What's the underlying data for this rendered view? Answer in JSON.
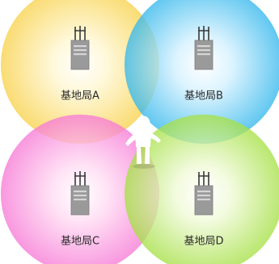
{
  "stations": [
    {
      "id": "A",
      "label": "基地局A",
      "color": "#f8d24c"
    },
    {
      "id": "B",
      "label": "基地局B",
      "color": "#35b8ec"
    },
    {
      "id": "C",
      "label": "基地局C",
      "color": "#f77ad6"
    },
    {
      "id": "D",
      "label": "基地局D",
      "color": "#a6e046"
    }
  ],
  "person": {
    "icon": "person-icon",
    "color": "#ffffff"
  },
  "tower": {
    "icon": "base-station-tower-icon",
    "color": "#9a9a9a"
  }
}
